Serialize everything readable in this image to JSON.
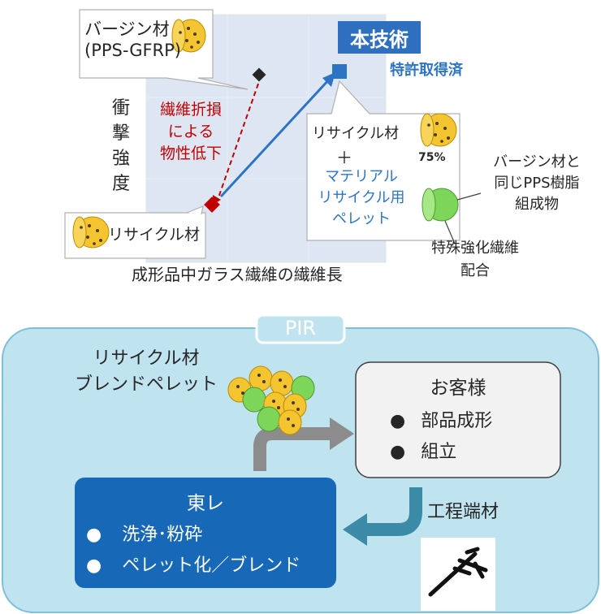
{
  "top": {
    "virgin_label_line1": "バージン材",
    "virgin_label_line2": "(PPS-GFRP)",
    "y_axis_label": [
      "衝",
      "撃",
      "強",
      "度"
    ],
    "x_axis_label": "成形品中ガラス繊維の繊維長",
    "degradation_label": [
      "繊維折損",
      "による",
      "物性低下"
    ],
    "recycled_label": "リサイクル材",
    "tech_title": "本技術",
    "patent_label": "特許取得済",
    "callout_recycled": "リサイクル材",
    "callout_plus": "＋",
    "callout_percent": "75%",
    "callout_pellet_lines": [
      "マテリアル",
      "リサイクル用",
      "ペレット"
    ],
    "same_resin_lines": [
      "バージン材と",
      "同じPPS樹脂",
      "組成物"
    ],
    "special_fiber_lines": [
      "特殊強化繊維",
      "配合"
    ],
    "colors": {
      "plot_bg": "#dde6f2",
      "tech_blue": "#2e74c5",
      "title_box": "#2f6fc0",
      "red": "#c00000",
      "dark_marker": "#262626",
      "accent_text_blue": "#2e74c5",
      "pellet_yellow": "#f5c431",
      "pellet_green": "#7dd65a"
    }
  },
  "bottom": {
    "pir_label": "PIR",
    "blend_label_lines": [
      "リサイクル材",
      "ブレンドペレット"
    ],
    "customer_title": "お客様",
    "customer_items": [
      "部品成形",
      "組立"
    ],
    "toray_title": "東レ",
    "toray_items": [
      "洗浄･粉砕",
      "ペレット化／ブレンド"
    ],
    "scrap_label": "工程端材",
    "bullet": "●",
    "colors": {
      "panel_bg": "#bfe3ef",
      "panel_border": "#7fbfd8",
      "toray_box": "#1768b7",
      "customer_box": "#f2f2f2",
      "arrow": "#3b8aa7",
      "arrow_gray": "#8c8c8c"
    }
  }
}
